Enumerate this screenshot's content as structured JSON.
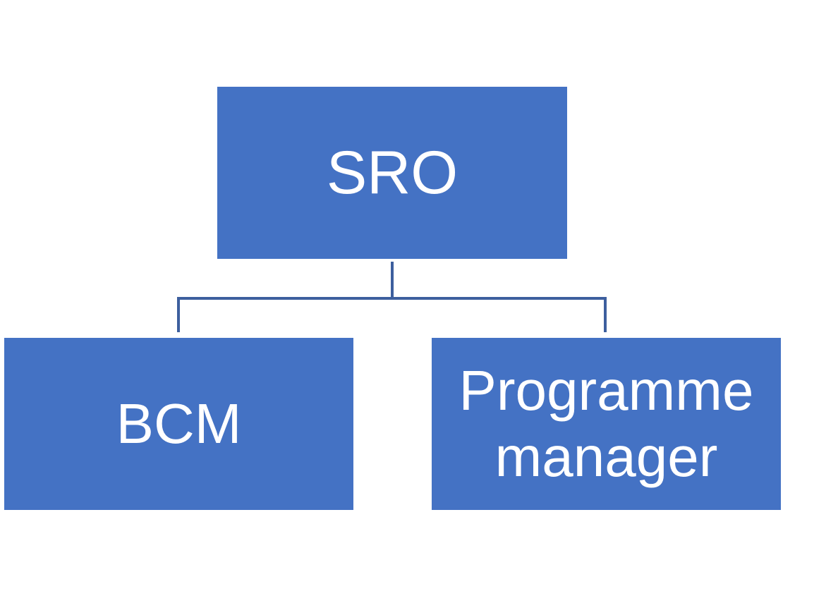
{
  "diagram": {
    "root": {
      "label": "SRO"
    },
    "children": [
      {
        "label": "BCM"
      },
      {
        "label": "Programme\nmanager"
      }
    ],
    "colors": {
      "node_fill": "#4472c4",
      "node_text": "#ffffff",
      "connector": "#3d5f9e",
      "background": "#ffffff"
    }
  }
}
